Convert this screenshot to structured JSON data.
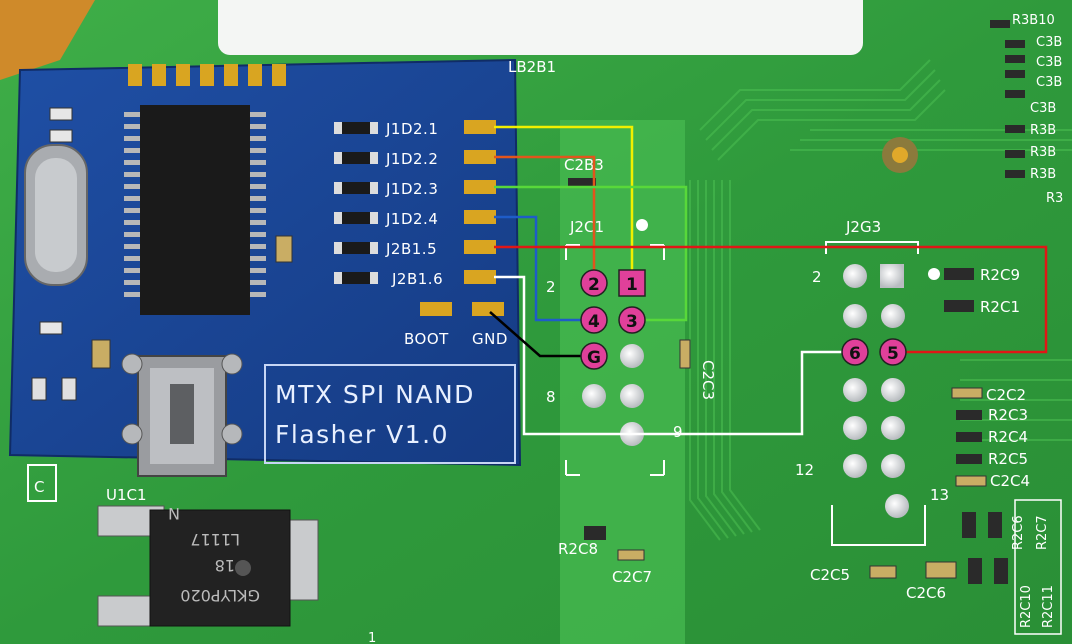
{
  "colors": {
    "pcb_green": "#2f9a3c",
    "flasher_blue": "#1d4a9c",
    "wire_yellow": "#f0f000",
    "wire_orange": "#e2551c",
    "wire_green": "#58d83a",
    "wire_blue": "#1e5cc8",
    "wire_red": "#e01616",
    "wire_white": "#ffffff",
    "wire_black": "#000000",
    "pin_highlight": "#e0409a"
  },
  "flasher": {
    "title_line1": "MTX SPI NAND",
    "title_line2": "Flasher V1.0",
    "pad_labels": [
      "J1D2.1",
      "J1D2.2",
      "J1D2.3",
      "J1D2.4",
      "J2B1.5",
      "J2B1.6"
    ],
    "boot_label": "BOOT",
    "gnd_label": "GND"
  },
  "board_labels": {
    "lb2b1": "LB2B1",
    "c2b3": "C2B3",
    "j2c1": "J2C1",
    "j2g3": "J2G3",
    "c2c3": "C2C3",
    "r2c8": "R2C8",
    "c2c7": "C2C7",
    "c2c5": "C2C5",
    "c2c6": "C2C6",
    "u1c1": "U1C1",
    "letter_c": "C",
    "r2c9": "R2C9",
    "r2c1": "R2C1",
    "c2c2": "C2C2",
    "r2c3": "R2C3",
    "r2c4": "R2C4",
    "r2c5": "R2C5",
    "c2c4": "C2C4",
    "r2c6": "R2C6",
    "r2c7": "R2C7",
    "r2c10": "R2C10",
    "r2c11": "R2C11",
    "num_2_left": "2",
    "num_8": "8",
    "num_9": "9",
    "num_2_right": "2",
    "num_12": "12",
    "num_13": "13",
    "num_1": "1"
  },
  "right_edge_labels": [
    "R3B10",
    "C3B",
    "C3B",
    "C3B",
    "C3B",
    "R3B",
    "R3B",
    "R3B",
    "R3"
  ],
  "pin_labels": {
    "p1": "1",
    "p2": "2",
    "p3": "3",
    "p4": "4",
    "pg": "G",
    "p5": "5",
    "p6": "6"
  },
  "chip_markings": {
    "u1c1_lines": [
      "GKLYP020",
      "18",
      "L1117",
      "N"
    ]
  }
}
